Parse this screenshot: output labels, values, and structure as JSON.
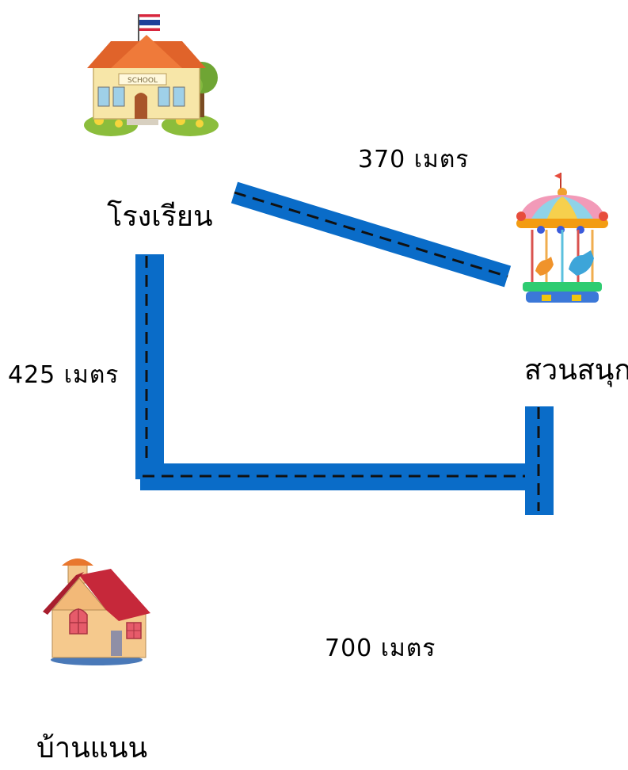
{
  "places": {
    "school": {
      "name": "โรงเรียน",
      "sign": "SCHOOL",
      "icon": "school-building-icon"
    },
    "park": {
      "name": "สวนสนุก",
      "icon": "carousel-icon"
    },
    "home": {
      "name": "บ้านแนน",
      "icon": "house-icon"
    }
  },
  "distances": {
    "school_to_park": "370 เมตร",
    "school_to_home": "425 เมตร",
    "home_to_park": "700 เมตร"
  },
  "colors": {
    "road": "#0a6cc8",
    "dash": "#111111",
    "roof_orange": "#e0632a",
    "roof_red": "#c6283a",
    "carousel_pink": "#f29ab8"
  }
}
